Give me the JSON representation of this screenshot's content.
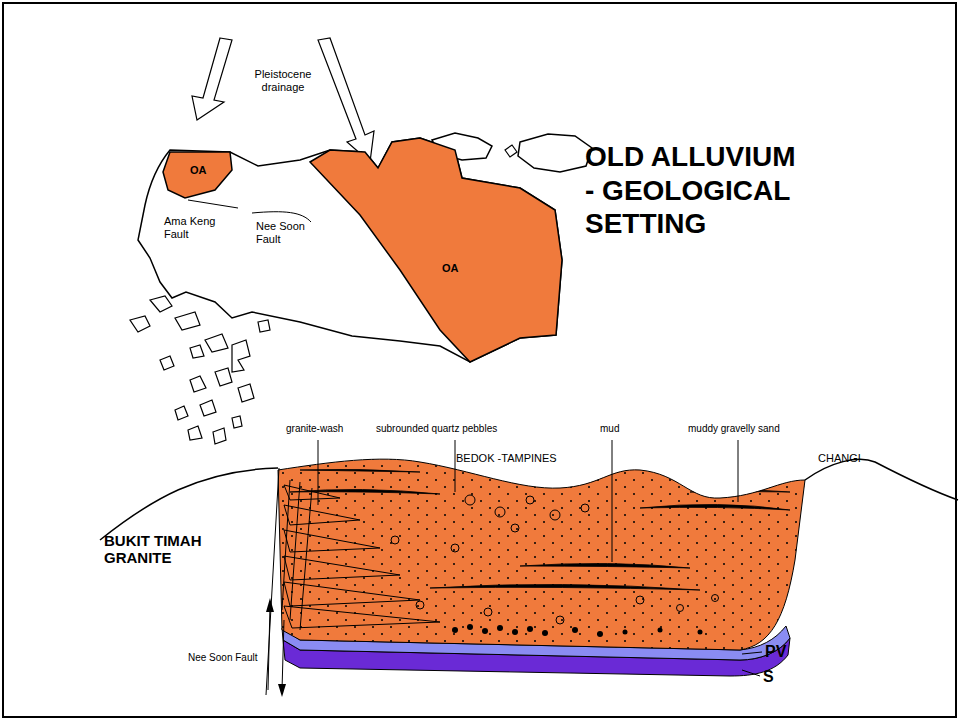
{
  "diagram": {
    "title": "OLD ALLUVIUM - GEOLOGICAL SETTING",
    "nodes": [
      {
        "text": [
          "OA"
        ]
      },
      {
        "text": [
          "OA"
        ]
      }
    ],
    "labels": [
      "Pleistocene drainage",
      "Ama Keng Fault",
      "Nee Soon Fault",
      "granite-wash",
      "subrounded quartz pebbles",
      "mud",
      "muddy gravelly sand",
      "BEDOK -TAMPINES",
      "CHANGI",
      "BUKIT TIMAH GRANITE",
      "Nee Soon Fault",
      "PV",
      "S"
    ]
  }
}
